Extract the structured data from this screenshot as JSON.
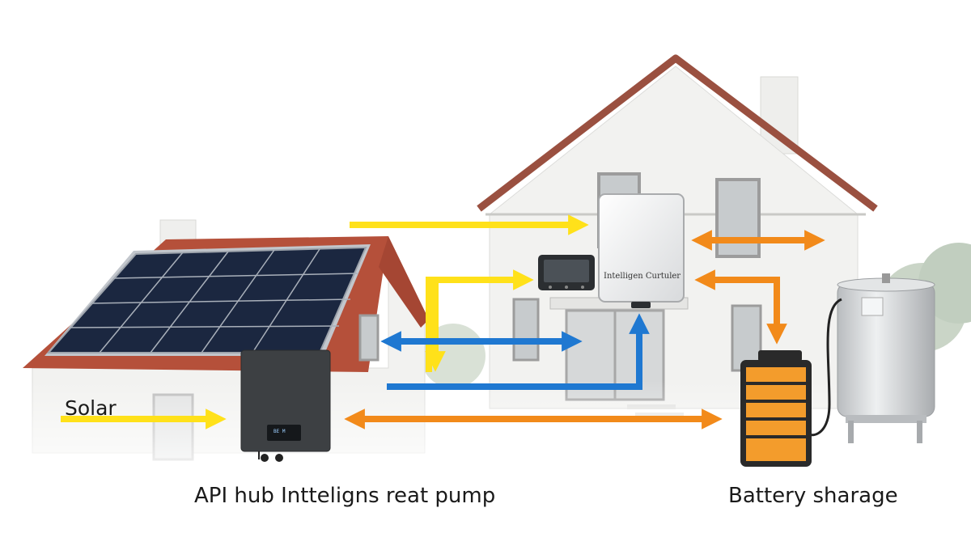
{
  "labels": {
    "solar": "Solar",
    "hub_caption": "API hub Intteligns reat pump",
    "battery_caption": "Battery sharage",
    "controller": "Intelligen Curtuler",
    "inverter_screen": "BE M"
  },
  "colors": {
    "solar_flow": "#ffe11a",
    "grid_flow": "#1f78d1",
    "battery_flow": "#f28a1a",
    "roof_tile": "#b5503a",
    "wall": "#f2f2f0",
    "panel": "#1b2740",
    "inverter_body": "#3d4043",
    "battery_cell": "#f39c2c",
    "tank": "#d4d6d8"
  },
  "icons": {
    "house": "house-icon",
    "solar_array": "solar-panel-icon",
    "inverter": "inverter-icon",
    "controller": "controller-icon",
    "thermostat": "thermostat-display-icon",
    "battery": "battery-icon",
    "tank": "heat-pump-tank-icon"
  }
}
